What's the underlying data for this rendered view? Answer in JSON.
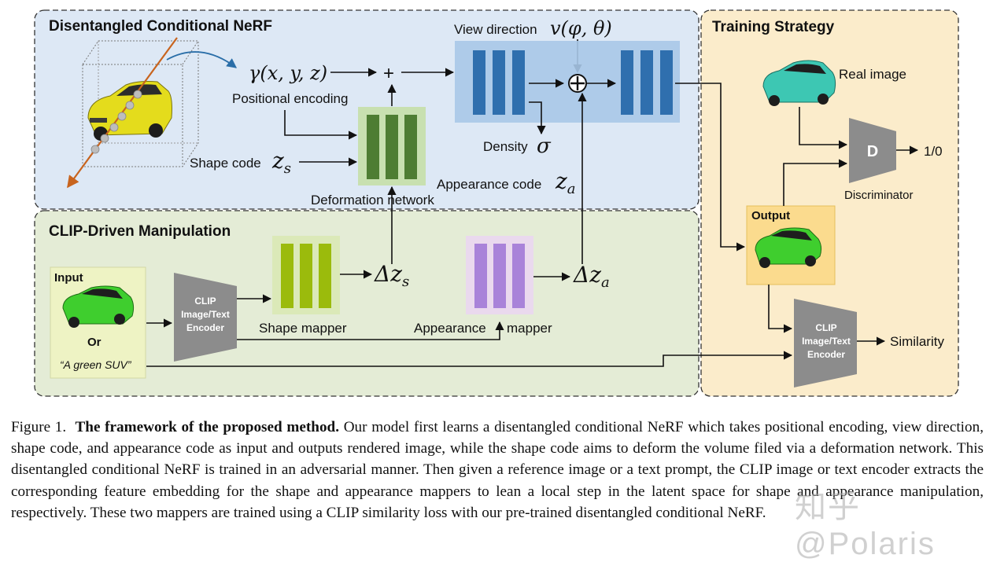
{
  "figure": {
    "nerf_panel": {
      "title": "Disentangled Conditional NeRF",
      "gamma_label": "γ(x, y, z)",
      "positional_encoding": "Positional encoding",
      "plus": "+",
      "view_direction": "View direction",
      "view_direction_math": "v(φ, θ)",
      "density": "Density",
      "density_symbol": "σ",
      "shape_code": "Shape code",
      "shape_code_symbol": "z",
      "shape_code_sub": "s",
      "appearance_code": "Appearance code",
      "appearance_code_symbol": "z",
      "appearance_code_sub": "a",
      "deformation_network": "Deformation network"
    },
    "clip_panel": {
      "title": "CLIP-Driven Manipulation",
      "input_label": "Input",
      "or_label": "Or",
      "text_prompt": "“A green SUV”",
      "encoder_lines": [
        "CLIP",
        "Image/Text",
        "Encoder"
      ],
      "shape_mapper": "Shape mapper",
      "appearance_mapper_left": "Appearance",
      "appearance_mapper_right": "mapper",
      "delta_zs": "Δz",
      "delta_zs_sub": "s",
      "delta_za": "Δz",
      "delta_za_sub": "a"
    },
    "training_panel": {
      "title": "Training Strategy",
      "real_image": "Real image",
      "discriminator_letter": "D",
      "discriminator": "Discriminator",
      "disc_output": "1/0",
      "output_label": "Output",
      "encoder_lines": [
        "CLIP",
        "Image/Text",
        "Encoder"
      ],
      "similarity": "Similarity"
    },
    "colors": {
      "nerf_bg": "#dde8f5",
      "clip_bg": "#e4ecd6",
      "training_bg": "#fbeccb",
      "deform_net": "#4e7d33",
      "mlp_blue": "#2f6fae",
      "shape_mapper": "#9bbb0c",
      "appearance_mapper": "#a983d9",
      "encoder_gray": "#8c8c8c",
      "car_yellow": "#e4dc1c",
      "car_green": "#3fce2e",
      "car_teal": "#3dc7b3",
      "ray_arrow": "#c8641e"
    }
  },
  "caption": {
    "prefix": "Figure 1.",
    "bold": "The framework of the proposed method.",
    "text": "Our model first learns a disentangled conditional NeRF which takes positional encoding, view direction, shape code, and appearance code as input and outputs rendered image, while the shape code aims to deform the volume filed via a deformation network. This disentangled conditional NeRF is trained in an adversarial manner. Then given a reference image or a text prompt, the CLIP image or text encoder extracts the corresponding feature embedding for the shape and appearance mappers to lean a local step in the latent space for shape and appearance manipulation, respectively. These two mappers are trained using a CLIP similarity loss with our pre-trained disentangled conditional NeRF."
  },
  "watermark": "知乎 @Polaris"
}
